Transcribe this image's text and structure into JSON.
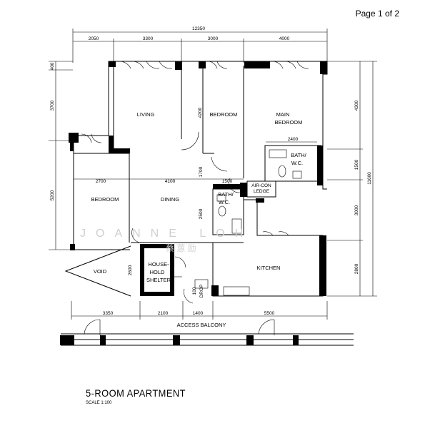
{
  "header": {
    "page_indicator": "Page 1 of 2"
  },
  "dimensions": {
    "total_width": "12350",
    "top": [
      "2050",
      "3300",
      "3000",
      "4000"
    ],
    "left": [
      "400",
      "3700",
      "5200"
    ],
    "right": [
      "4300",
      "1500",
      "3000",
      "2800"
    ],
    "total_height": "11600",
    "bottom": [
      "3350",
      "2100",
      "1400",
      "5500"
    ],
    "internal": {
      "bedroom_height": "4200",
      "bath_width": "2400",
      "bedroom_width": "2700",
      "dining_width": "4100",
      "corridor": "1700",
      "bath2_width": "1500",
      "dining_height": "2500",
      "shelter_height": "2600"
    }
  },
  "rooms": {
    "living": "LIVING",
    "bedroom_top": "BEDROOM",
    "main_bedroom_1": "MAIN",
    "main_bedroom_2": "BEDROOM",
    "bath1_1": "BATH/",
    "bath1_2": "W.C.",
    "aircon_1": "AIR-CON",
    "aircon_2": "LEDGE",
    "bath2_1": "BATH/",
    "bath2_2": "W.C.",
    "bedroom_left": "BEDROOM",
    "dining": "DINING",
    "void": "VOID",
    "shelter_1": "HOUSE-",
    "shelter_2": "HOLD",
    "shelter_3": "SHELTER",
    "refuse_1": "100",
    "refuse_2": "DROP",
    "kitchen": "KITCHEN",
    "access_balcony": "ACCESS BALCONY"
  },
  "watermark": {
    "latin": "JOANNE LOH",
    "chinese": "蔡 蕙 励"
  },
  "title": {
    "name": "5-ROOM APARTMENT",
    "scale": "SCALE   1:100"
  }
}
